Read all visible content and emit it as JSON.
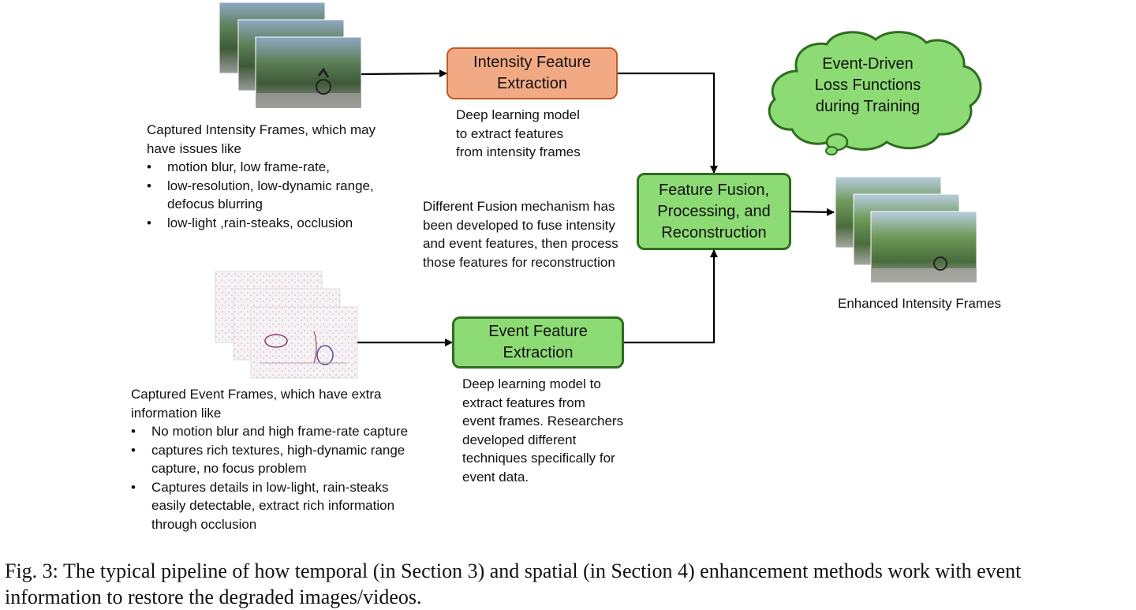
{
  "intensity_input": {
    "title": "Captured Intensity Frames, which may",
    "title_2": "have issues like",
    "bullets": [
      "motion blur, low frame-rate,",
      "low-resolution, low-dynamic range,",
      "defocus blurring",
      "low-light ,rain-steaks, occlusion"
    ]
  },
  "event_input": {
    "title": "Captured Event Frames, which have extra",
    "title_2": "information like",
    "bullets": [
      "No motion blur and high frame-rate capture",
      "captures rich textures, high-dynamic range",
      "capture, no focus problem",
      "Captures details in low-light, rain-steaks",
      "easily detectable, extract rich information",
      "through occlusion"
    ]
  },
  "intensity_extraction": {
    "label_1": "Intensity Feature",
    "label_2": "Extraction",
    "desc": [
      "Deep learning model",
      "to extract features",
      "from intensity frames"
    ]
  },
  "event_extraction": {
    "label_1": "Event Feature",
    "label_2": "Extraction",
    "desc": [
      "Deep learning model to",
      "extract features from",
      "event frames. Researchers",
      "developed different",
      "techniques specifically for",
      "event data."
    ]
  },
  "fusion": {
    "label_1": "Feature Fusion,",
    "label_2": "Processing, and",
    "label_3": "Reconstruction",
    "desc": [
      "Different Fusion mechanism has",
      "been developed to fuse intensity",
      "and event features, then process",
      "those features for reconstruction"
    ]
  },
  "loss_cloud": {
    "label_1": "Event-Driven",
    "label_2": "Loss Functions",
    "label_3": "during Training"
  },
  "output": {
    "label": "Enhanced Intensity Frames"
  },
  "caption": {
    "line_1": "Fig. 3: The typical pipeline of how temporal (in Section 3) and spatial (in Section 4) enhancement methods work with event",
    "line_2": "information to restore the degraded images/videos."
  },
  "colors": {
    "orange_fill": "#f2aa85",
    "green_fill": "#8ddb75",
    "green_border": "#2f6d1f",
    "arrow": "#000000"
  }
}
